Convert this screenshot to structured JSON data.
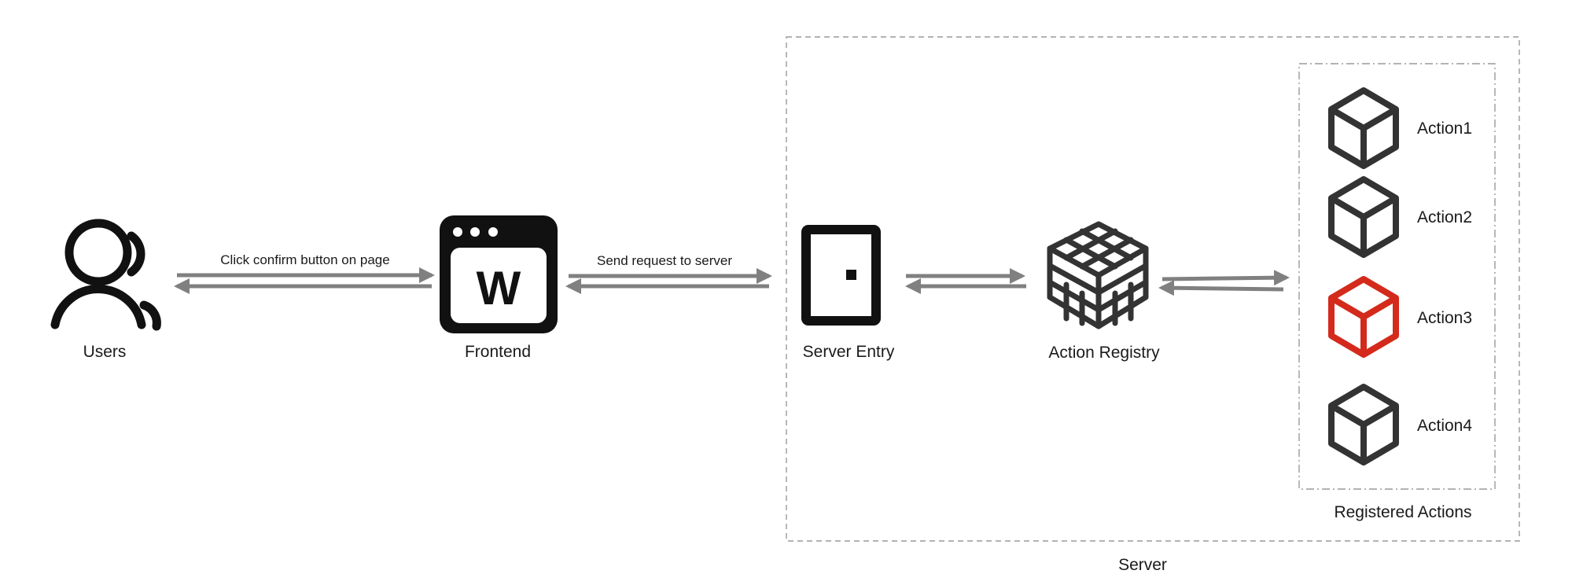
{
  "nodes": {
    "users": {
      "label": "Users",
      "icon": "users-icon"
    },
    "frontend": {
      "label": "Frontend",
      "icon": "browser-window-icon",
      "icon_letter": "W"
    },
    "server_entry": {
      "label": "Server Entry",
      "icon": "door-icon"
    },
    "action_registry": {
      "label": "Action Registry",
      "icon": "rubiks-cube-icon"
    }
  },
  "edges": {
    "users_frontend": {
      "label": "Click confirm button on page"
    },
    "frontend_server": {
      "label": "Send request to server"
    }
  },
  "groups": {
    "server": {
      "label": "Server"
    },
    "registered_actions": {
      "label": "Registered Actions"
    }
  },
  "actions": [
    {
      "label": "Action1",
      "icon": "cube-icon",
      "color": "#333333"
    },
    {
      "label": "Action2",
      "icon": "cube-icon",
      "color": "#333333"
    },
    {
      "label": "Action3",
      "icon": "cube-icon",
      "color": "#d42a1c",
      "highlighted": true
    },
    {
      "label": "Action4",
      "icon": "cube-icon",
      "color": "#333333"
    }
  ],
  "colors": {
    "icon": "#111111",
    "arrow": "#808080",
    "highlight": "#d42a1c",
    "group_border": "#9a9a9a"
  }
}
